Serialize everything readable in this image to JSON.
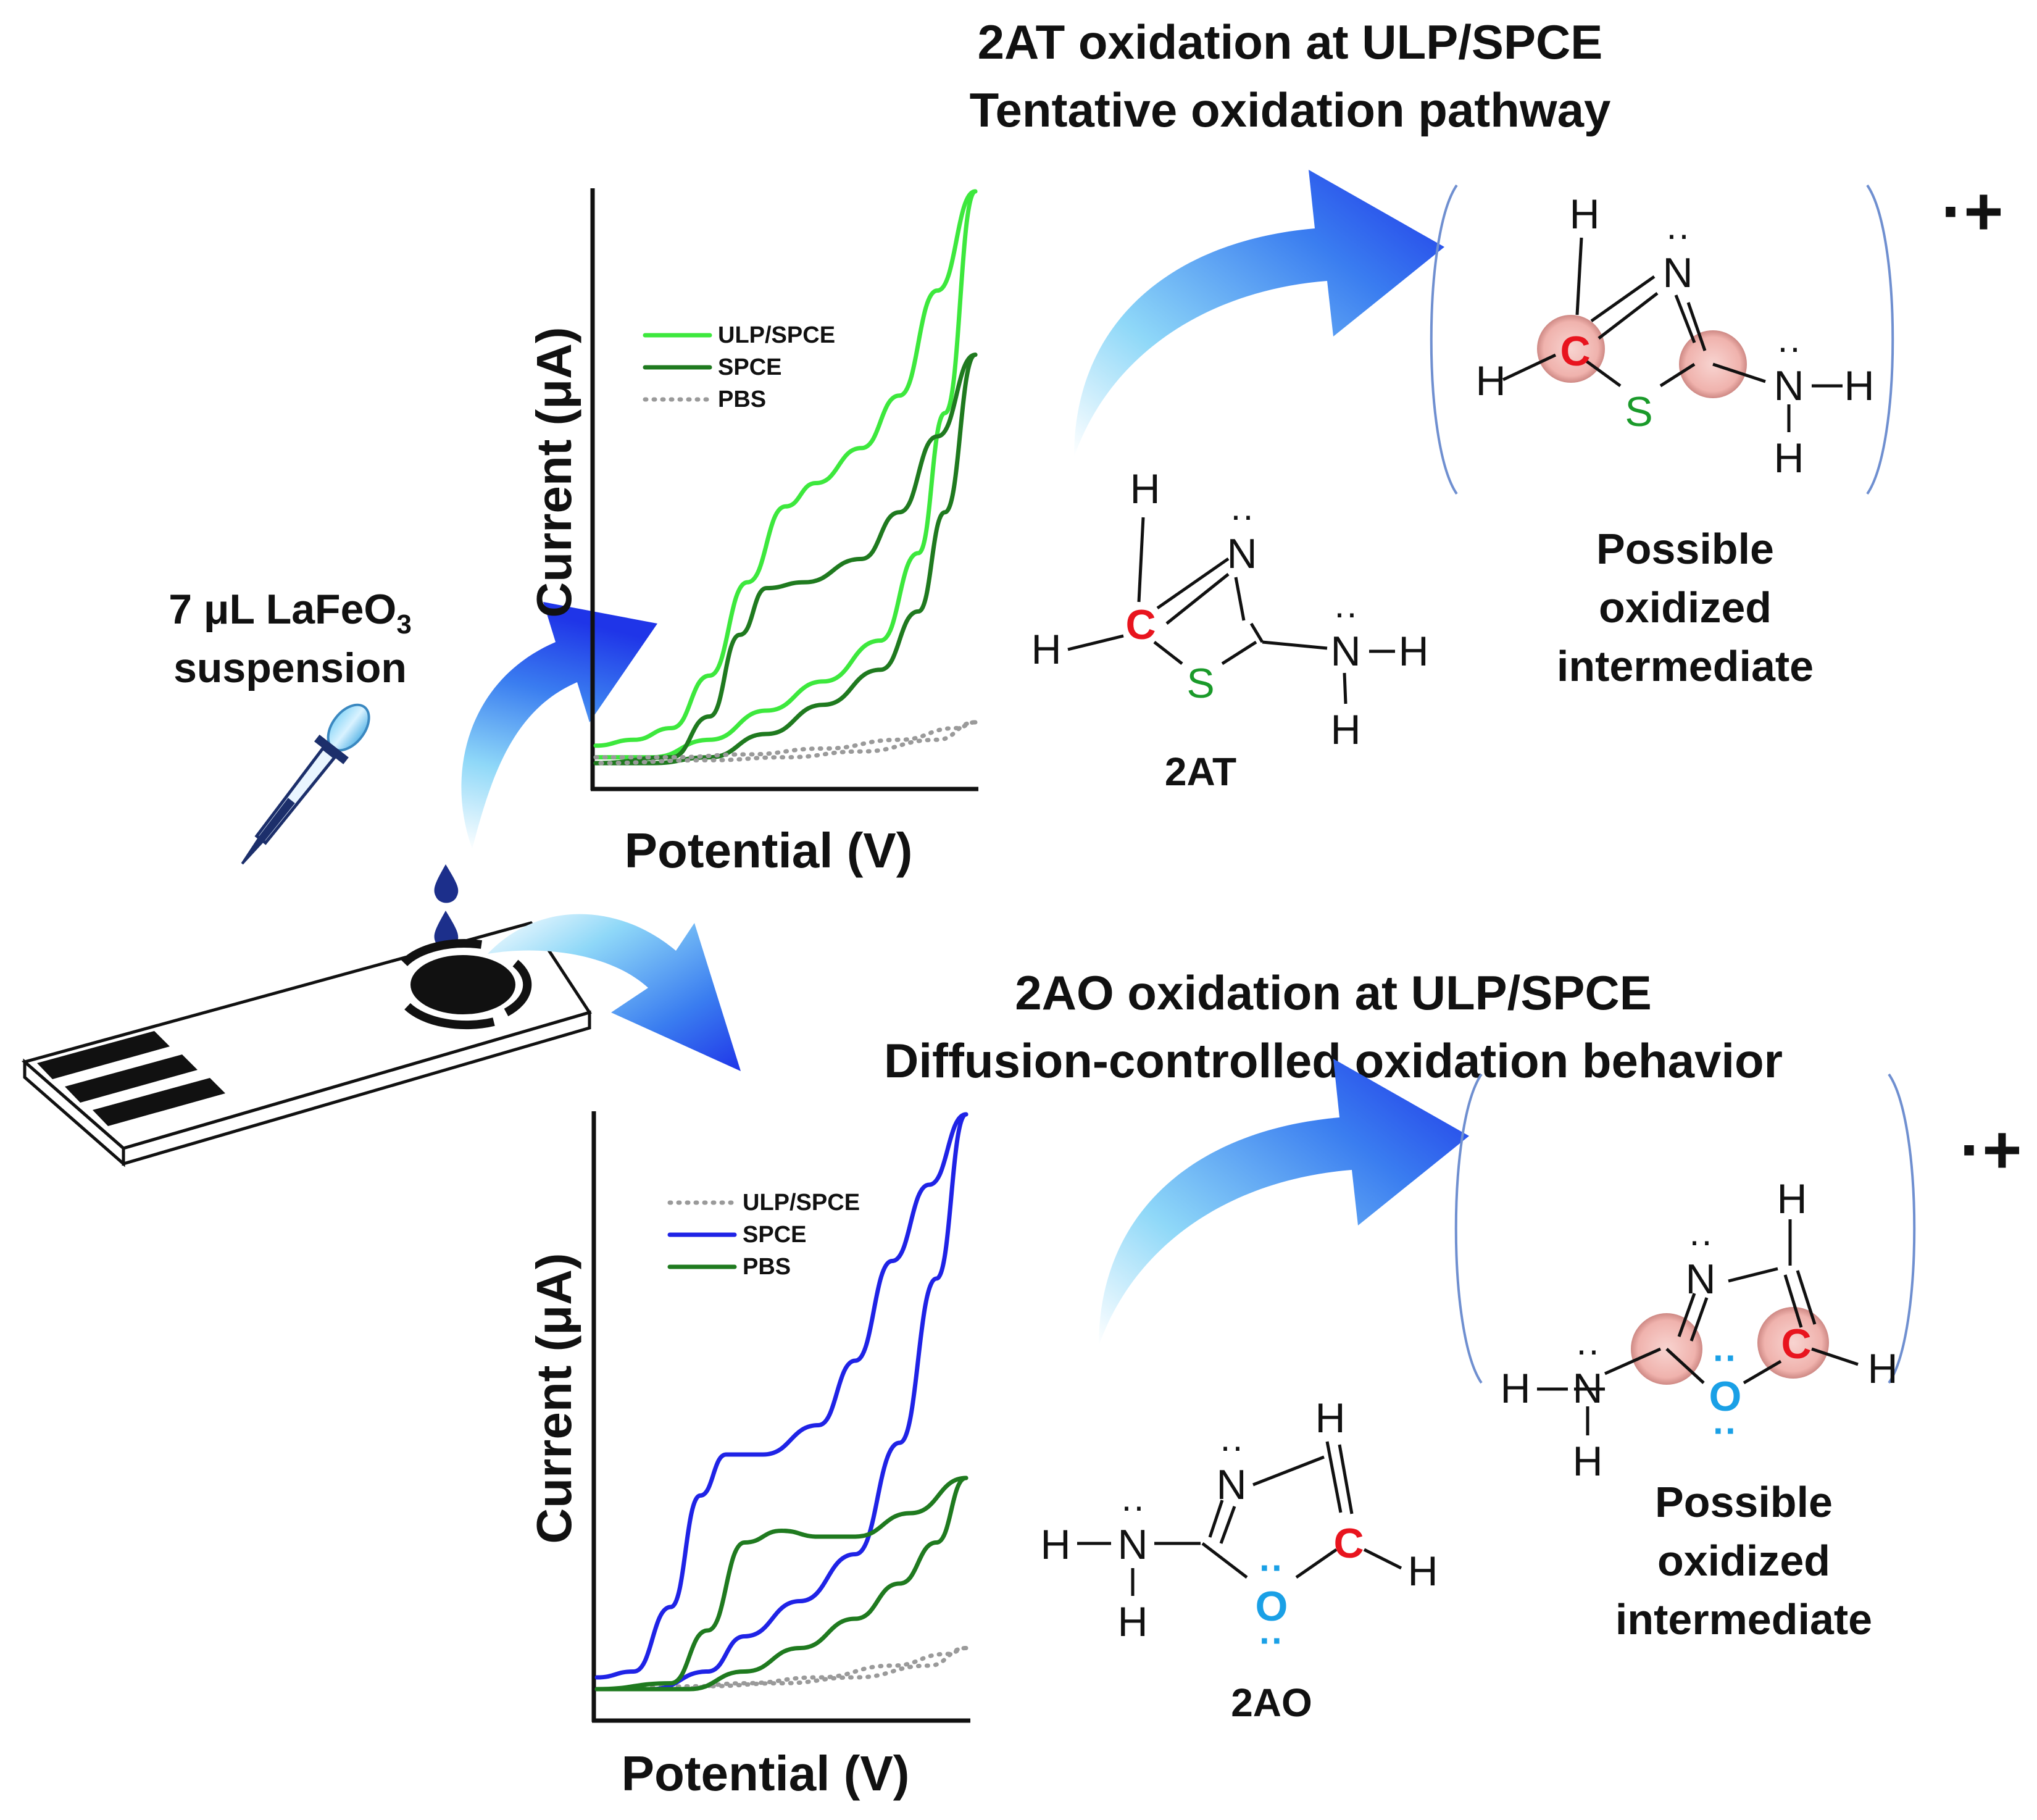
{
  "sections": {
    "top": {
      "title_line1": "2AT oxidation at ULP/SPCE",
      "title_line2": "Tentative oxidation pathway"
    },
    "bottom": {
      "title_line1": "2AO oxidation at ULP/SPCE",
      "title_line2": "Diffusion-controlled oxidation behavior"
    }
  },
  "electrode": {
    "label_line1_prefix": "7 μL LaFeO",
    "label_line1_sub": "3",
    "label_line2": "suspension"
  },
  "chart_data": [
    {
      "type": "line",
      "xlabel": "Potential (V)",
      "ylabel": "Current (μA)",
      "series": [
        {
          "name": "ULP/SPCE",
          "color": "#3de83d",
          "style": "solid",
          "forward": [
            [
              0,
              0.05
            ],
            [
              0.1,
              0.06
            ],
            [
              0.2,
              0.08
            ],
            [
              0.3,
              0.17
            ],
            [
              0.4,
              0.33
            ],
            [
              0.5,
              0.46
            ],
            [
              0.58,
              0.5
            ],
            [
              0.7,
              0.56
            ],
            [
              0.8,
              0.65
            ],
            [
              0.9,
              0.83
            ],
            [
              1.0,
              1.0
            ]
          ],
          "reverse": [
            [
              1.0,
              1.0
            ],
            [
              0.92,
              0.62
            ],
            [
              0.85,
              0.38
            ],
            [
              0.75,
              0.23
            ],
            [
              0.6,
              0.16
            ],
            [
              0.45,
              0.11
            ],
            [
              0.3,
              0.06
            ],
            [
              0.15,
              0.03
            ],
            [
              0,
              0.03
            ]
          ]
        },
        {
          "name": "SPCE",
          "color": "#1f7a1f",
          "style": "solid",
          "forward": [
            [
              0,
              0.02
            ],
            [
              0.2,
              0.03
            ],
            [
              0.3,
              0.1
            ],
            [
              0.38,
              0.24
            ],
            [
              0.45,
              0.32
            ],
            [
              0.55,
              0.33
            ],
            [
              0.7,
              0.37
            ],
            [
              0.8,
              0.45
            ],
            [
              0.9,
              0.58
            ],
            [
              1.0,
              0.72
            ]
          ],
          "reverse": [
            [
              1.0,
              0.72
            ],
            [
              0.92,
              0.45
            ],
            [
              0.85,
              0.28
            ],
            [
              0.75,
              0.18
            ],
            [
              0.6,
              0.12
            ],
            [
              0.45,
              0.07
            ],
            [
              0.3,
              0.03
            ],
            [
              0.15,
              0.02
            ],
            [
              0,
              0.02
            ]
          ]
        },
        {
          "name": "PBS",
          "color": "#9a9a9a",
          "style": "dotted",
          "forward": [
            [
              0,
              0.03
            ],
            [
              0.2,
              0.03
            ],
            [
              0.4,
              0.035
            ],
            [
              0.6,
              0.045
            ],
            [
              0.8,
              0.06
            ],
            [
              0.95,
              0.08
            ],
            [
              1.0,
              0.09
            ]
          ],
          "reverse": [
            [
              1.0,
              0.09
            ],
            [
              0.9,
              0.06
            ],
            [
              0.7,
              0.04
            ],
            [
              0.5,
              0.03
            ],
            [
              0.3,
              0.025
            ],
            [
              0,
              0.02
            ]
          ]
        }
      ]
    },
    {
      "type": "line",
      "xlabel": "Potential (V)",
      "ylabel": "Current (μA)",
      "series": [
        {
          "name": "ULP/SPCE",
          "color": "#9a9a9a",
          "style": "dotted",
          "forward": [
            [
              0,
              0.02
            ],
            [
              0.2,
              0.02
            ],
            [
              0.4,
              0.03
            ],
            [
              0.6,
              0.04
            ],
            [
              0.8,
              0.06
            ],
            [
              0.95,
              0.08
            ],
            [
              1.0,
              0.09
            ]
          ],
          "reverse": [
            [
              1.0,
              0.09
            ],
            [
              0.9,
              0.06
            ],
            [
              0.7,
              0.04
            ],
            [
              0.5,
              0.03
            ],
            [
              0.3,
              0.025
            ],
            [
              0,
              0.02
            ]
          ]
        },
        {
          "name": "SPCE",
          "color": "#1f23e6",
          "style": "solid",
          "forward": [
            [
              0,
              0.04
            ],
            [
              0.1,
              0.05
            ],
            [
              0.2,
              0.16
            ],
            [
              0.28,
              0.35
            ],
            [
              0.35,
              0.42
            ],
            [
              0.45,
              0.42
            ],
            [
              0.6,
              0.47
            ],
            [
              0.7,
              0.58
            ],
            [
              0.8,
              0.75
            ],
            [
              0.9,
              0.88
            ],
            [
              1.0,
              1.0
            ]
          ],
          "reverse": [
            [
              1.0,
              1.0
            ],
            [
              0.92,
              0.72
            ],
            [
              0.82,
              0.44
            ],
            [
              0.7,
              0.25
            ],
            [
              0.55,
              0.17
            ],
            [
              0.4,
              0.11
            ],
            [
              0.3,
              0.05
            ],
            [
              0.15,
              0.02
            ],
            [
              0,
              0.02
            ]
          ]
        },
        {
          "name": "PBS",
          "color": "#1f7a1f",
          "style": "solid",
          "forward": [
            [
              0,
              0.02
            ],
            [
              0.2,
              0.03
            ],
            [
              0.3,
              0.12
            ],
            [
              0.4,
              0.27
            ],
            [
              0.5,
              0.29
            ],
            [
              0.6,
              0.28
            ],
            [
              0.7,
              0.28
            ],
            [
              0.85,
              0.32
            ],
            [
              1.0,
              0.38
            ]
          ],
          "reverse": [
            [
              1.0,
              0.38
            ],
            [
              0.92,
              0.27
            ],
            [
              0.82,
              0.2
            ],
            [
              0.7,
              0.14
            ],
            [
              0.55,
              0.09
            ],
            [
              0.4,
              0.05
            ],
            [
              0.25,
              0.02
            ],
            [
              0,
              0.02
            ]
          ]
        }
      ]
    }
  ],
  "molecules": {
    "twoAT": {
      "name": "2AT",
      "intermediate_line1": "Possible",
      "intermediate_line2": "oxidized",
      "intermediate_line3": "intermediate",
      "charge": "·+"
    },
    "twoAO": {
      "name": "2AO",
      "intermediate_line1": "Possible",
      "intermediate_line2": "oxidized",
      "intermediate_line3": "intermediate",
      "charge": "·+"
    }
  },
  "atoms": {
    "C": "C",
    "N": "N",
    "S": "S",
    "O": "O",
    "H": "H"
  },
  "colors": {
    "arrow_dark": "#1f35e8",
    "arrow_light": "#63c8f5",
    "carbon": "#e8141e",
    "sulfur": "#1a9a2a",
    "oxygen": "#1aa0e6",
    "highlight": "#f2b9b4",
    "bracket": "#6f8fd0"
  }
}
